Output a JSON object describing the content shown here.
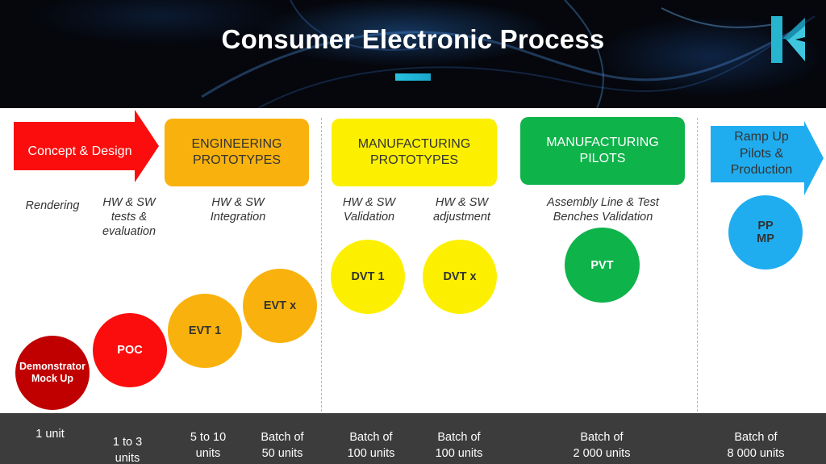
{
  "header": {
    "title": "Consumer Electronic Process"
  },
  "stages": {
    "concept": "Concept & Design",
    "engineering": "ENGINEERING\nPROTOTYPES",
    "manufacturing": "MANUFACTURING\nPROTOTYPES",
    "pilots": "MANUFACTURING\nPILOTS",
    "rampup": "Ramp Up\nPilots &\nProduction"
  },
  "descriptions": {
    "rendering": "Rendering",
    "hw_sw_tests": "HW & SW\ntests &\nevaluation",
    "hw_sw_integration": "HW & SW\nIntegration",
    "hw_sw_validation": "HW & SW\nValidation",
    "hw_sw_adjustment": "HW & SW\nadjustment",
    "assembly": "Assembly Line & Test\nBenches Validation"
  },
  "milestones": {
    "demonstrator": "Demonstrator\nMock Up",
    "poc": "POC",
    "evt1": "EVT 1",
    "evtx": "EVT x",
    "dvt1": "DVT 1",
    "dvtx": "DVT x",
    "pvt": "PVT",
    "ppmp": "PP\nMP"
  },
  "quantities": {
    "q1": "1 unit",
    "q2": "1 to 3\nunits",
    "q3": "5 to 10\nunits",
    "q4": "Batch of\n50 units",
    "q5": "Batch of\n100 units",
    "q6": "Batch of\n100 units",
    "q7": "Batch of\n2 000 units",
    "q8": "Batch of\n8 000 units"
  },
  "colors": {
    "concept": "#fb0d0d",
    "engineering": "#f9b20d",
    "manufacturing": "#fcf000",
    "pilots": "#0eb34a",
    "rampup": "#1fadf0",
    "demonstrator": "#c00000",
    "footer": "#3c3c3c",
    "accent": "#27c2e0"
  },
  "icons": {
    "logo": "company-logo-k"
  }
}
